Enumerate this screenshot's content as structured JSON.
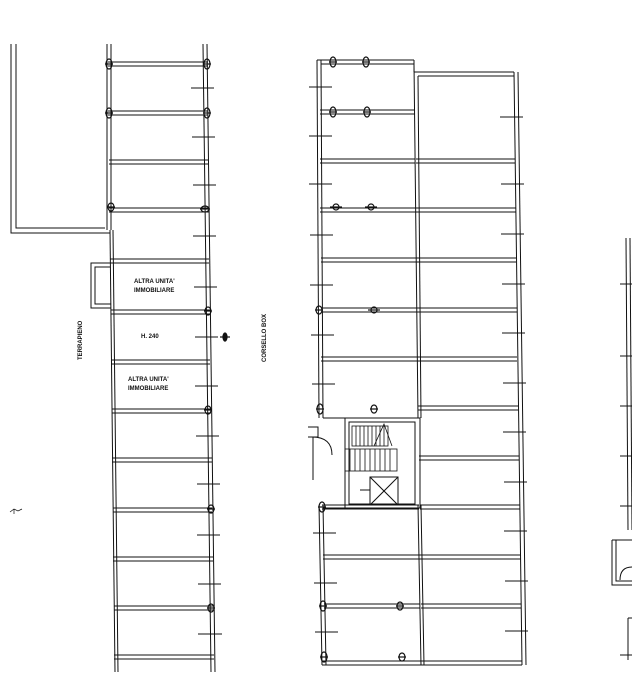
{
  "labels": {
    "altra_unita_1_line1": "ALTRA UNITA'",
    "altra_unita_1_line2": "IMMOBILIARE",
    "altra_unita_2_line1": "ALTRA UNITA'",
    "altra_unita_2_line2": "IMMOBILIARE",
    "height_label": "H. 240",
    "terrapieno": "TERRAPIENO",
    "corsello_box": "CORSELLO BOX"
  },
  "colors": {
    "ink": "#111111",
    "background": "#ffffff"
  }
}
